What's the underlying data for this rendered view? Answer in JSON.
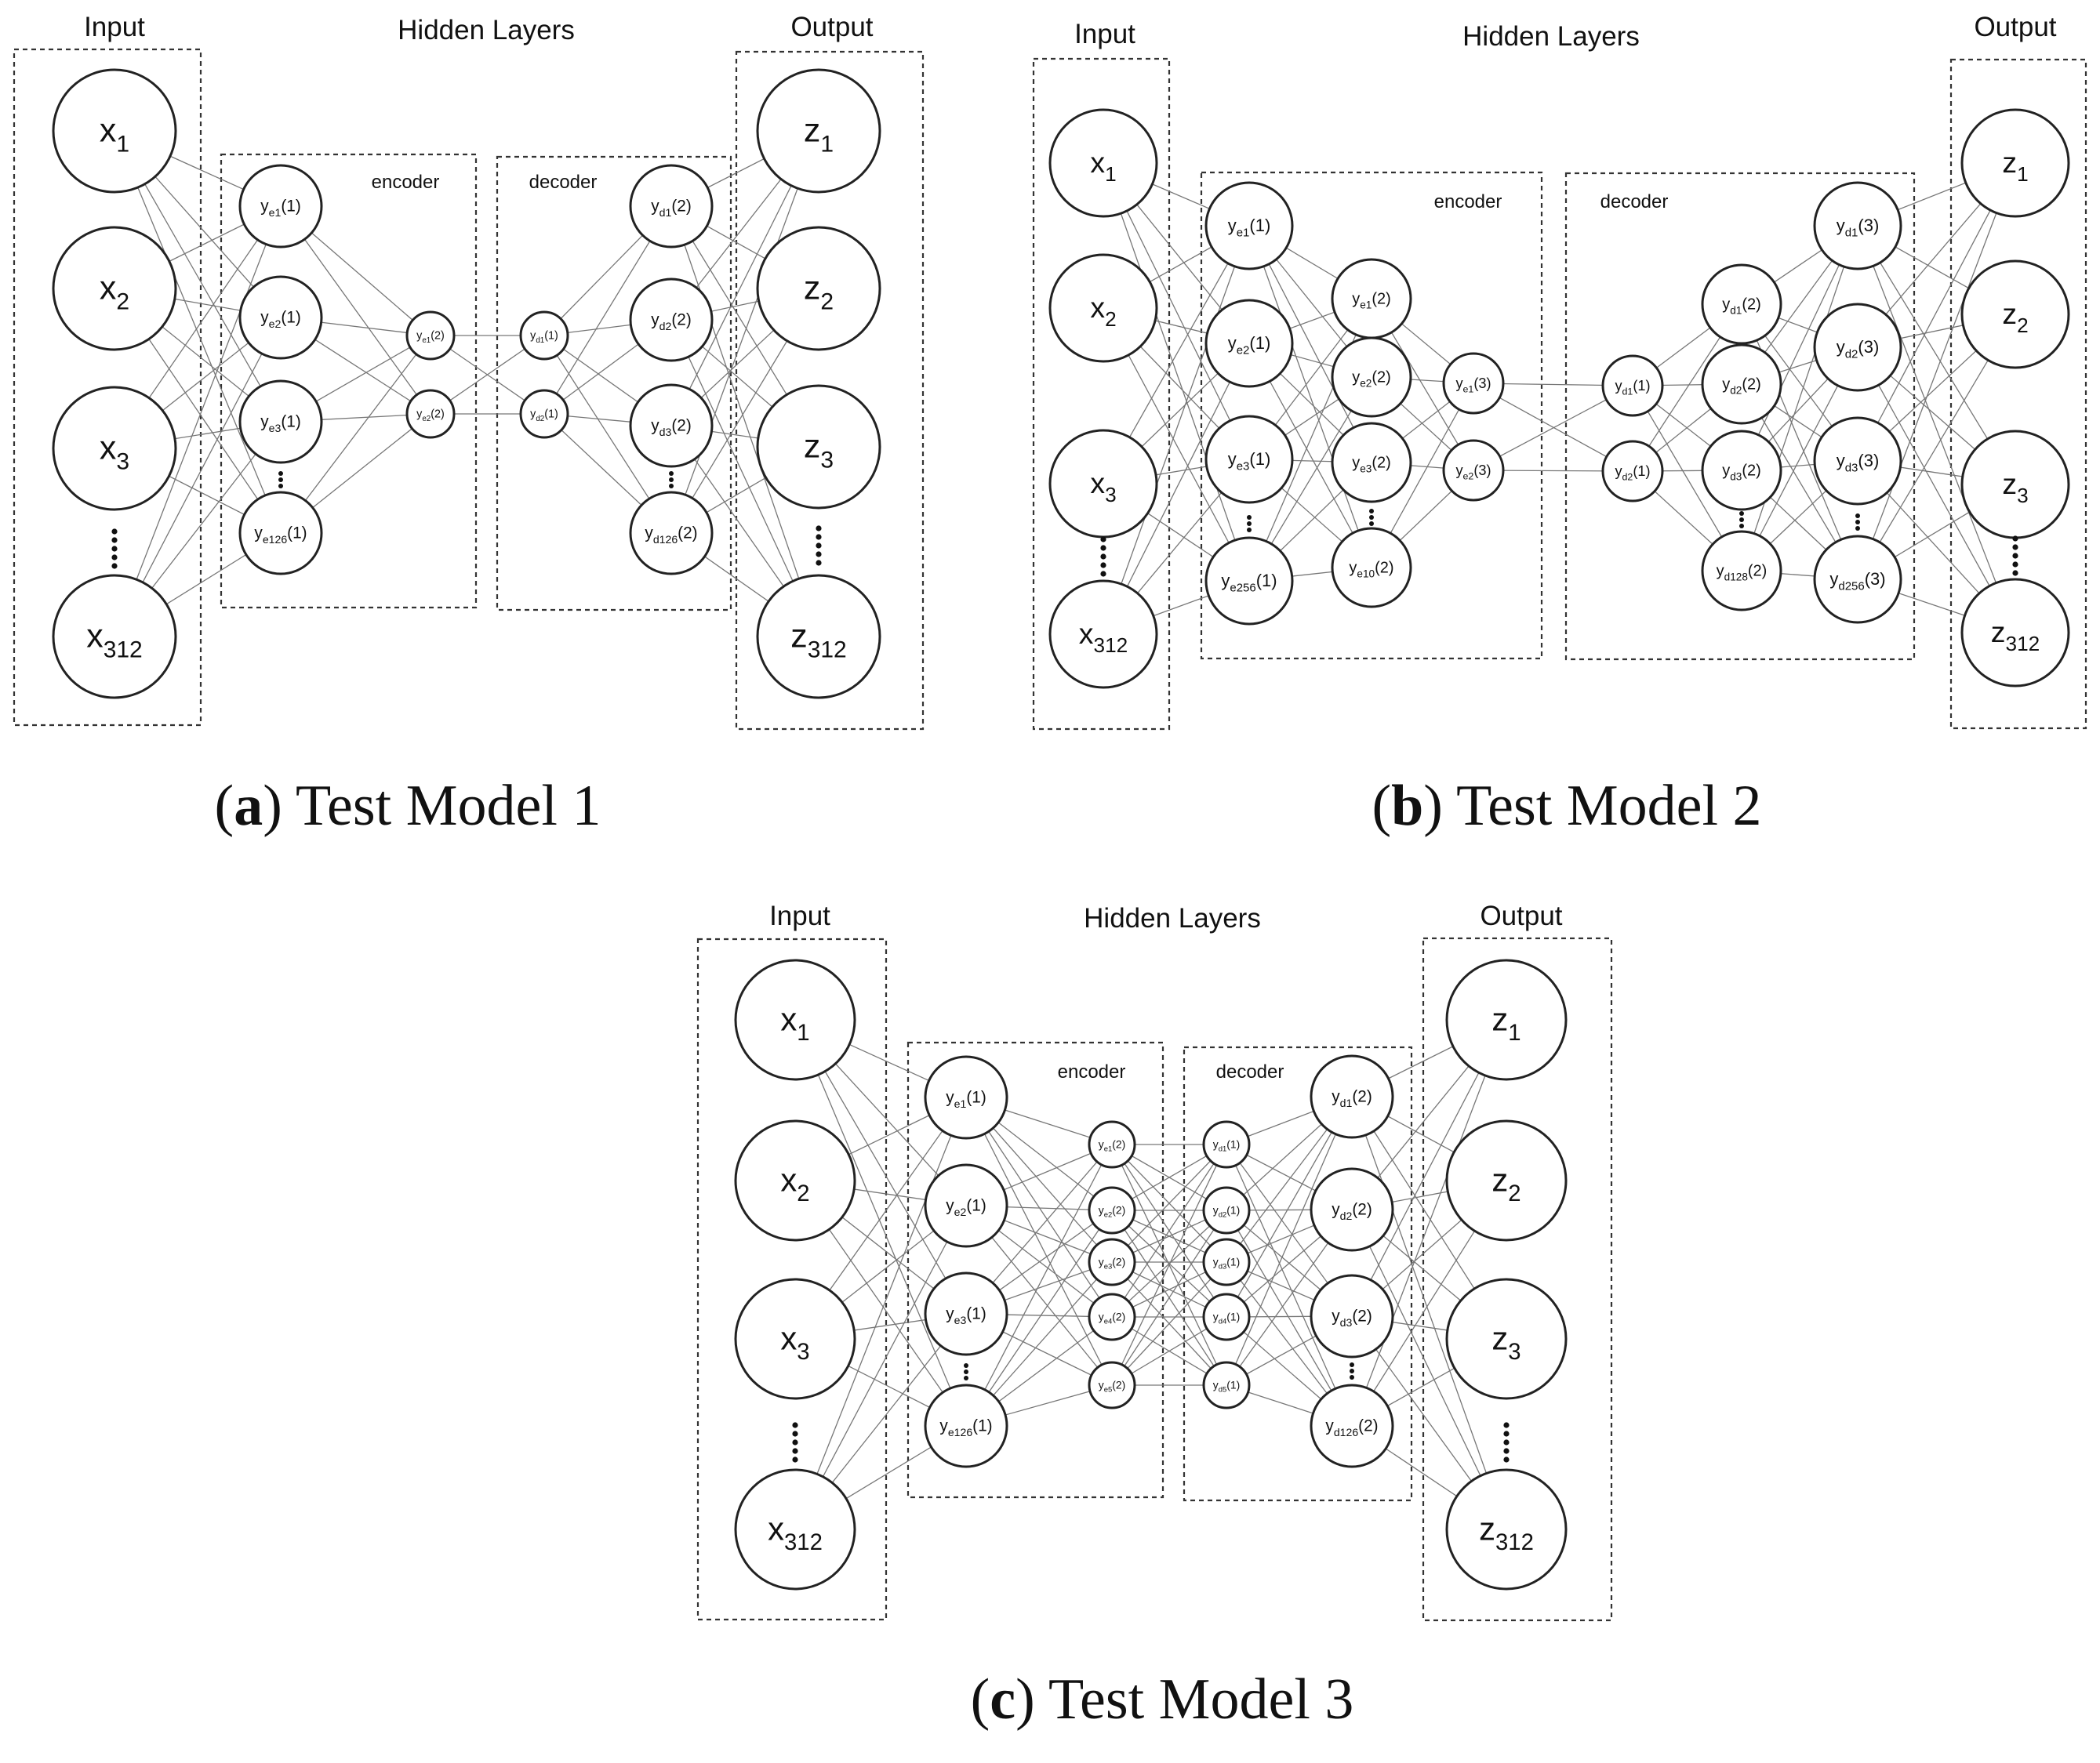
{
  "models": [
    {
      "id": "a",
      "caption_letter": "a",
      "caption_text": "Test Model 1",
      "section_titles": {
        "input": "Input",
        "hidden": "Hidden Layers",
        "output": "Output"
      },
      "group_titles": {
        "encoder": "encoder",
        "decoder": "decoder"
      },
      "layers": [
        {
          "role": "input",
          "nodes": [
            {
              "base": "x",
              "sub": "1",
              "suffix": ""
            },
            {
              "base": "x",
              "sub": "2",
              "suffix": ""
            },
            {
              "base": "x",
              "sub": "3",
              "suffix": ""
            },
            {
              "base": "x",
              "sub": "312",
              "suffix": ""
            }
          ]
        },
        {
          "role": "encoder",
          "nodes": [
            {
              "base": "y",
              "sub": "e1",
              "suffix": "(1)"
            },
            {
              "base": "y",
              "sub": "e2",
              "suffix": "(1)"
            },
            {
              "base": "y",
              "sub": "e3",
              "suffix": "(1)"
            },
            {
              "base": "y",
              "sub": "e126",
              "suffix": "(1)"
            }
          ]
        },
        {
          "role": "encoder",
          "nodes": [
            {
              "base": "y",
              "sub": "e1",
              "suffix": "(2)"
            },
            {
              "base": "y",
              "sub": "e2",
              "suffix": "(2)"
            }
          ]
        },
        {
          "role": "decoder",
          "nodes": [
            {
              "base": "y",
              "sub": "d1",
              "suffix": "(1)"
            },
            {
              "base": "y",
              "sub": "d2",
              "suffix": "(1)"
            }
          ]
        },
        {
          "role": "decoder",
          "nodes": [
            {
              "base": "y",
              "sub": "d1",
              "suffix": "(2)"
            },
            {
              "base": "y",
              "sub": "d2",
              "suffix": "(2)"
            },
            {
              "base": "y",
              "sub": "d3",
              "suffix": "(2)"
            },
            {
              "base": "y",
              "sub": "d126",
              "suffix": "(2)"
            }
          ]
        },
        {
          "role": "output",
          "nodes": [
            {
              "base": "z",
              "sub": "1",
              "suffix": ""
            },
            {
              "base": "z",
              "sub": "2",
              "suffix": ""
            },
            {
              "base": "z",
              "sub": "3",
              "suffix": ""
            },
            {
              "base": "z",
              "sub": "312",
              "suffix": ""
            }
          ]
        }
      ]
    },
    {
      "id": "b",
      "caption_letter": "b",
      "caption_text": "Test Model 2",
      "section_titles": {
        "input": "Input",
        "hidden": "Hidden Layers",
        "output": "Output"
      },
      "group_titles": {
        "encoder": "encoder",
        "decoder": "decoder"
      },
      "layers": [
        {
          "role": "input",
          "nodes": [
            {
              "base": "x",
              "sub": "1",
              "suffix": ""
            },
            {
              "base": "x",
              "sub": "2",
              "suffix": ""
            },
            {
              "base": "x",
              "sub": "3",
              "suffix": ""
            },
            {
              "base": "x",
              "sub": "312",
              "suffix": ""
            }
          ]
        },
        {
          "role": "encoder",
          "nodes": [
            {
              "base": "y",
              "sub": "e1",
              "suffix": "(1)"
            },
            {
              "base": "y",
              "sub": "e2",
              "suffix": "(1)"
            },
            {
              "base": "y",
              "sub": "e3",
              "suffix": "(1)"
            },
            {
              "base": "y",
              "sub": "e256",
              "suffix": "(1)"
            }
          ]
        },
        {
          "role": "encoder",
          "nodes": [
            {
              "base": "y",
              "sub": "e1",
              "suffix": "(2)"
            },
            {
              "base": "y",
              "sub": "e2",
              "suffix": "(2)"
            },
            {
              "base": "y",
              "sub": "e3",
              "suffix": "(2)"
            },
            {
              "base": "y",
              "sub": "e10",
              "suffix": "(2)"
            }
          ]
        },
        {
          "role": "encoder",
          "nodes": [
            {
              "base": "y",
              "sub": "e1",
              "suffix": "(3)"
            },
            {
              "base": "y",
              "sub": "e2",
              "suffix": "(3)"
            }
          ]
        },
        {
          "role": "decoder",
          "nodes": [
            {
              "base": "y",
              "sub": "d1",
              "suffix": "(1)"
            },
            {
              "base": "y",
              "sub": "d2",
              "suffix": "(1)"
            }
          ]
        },
        {
          "role": "decoder",
          "nodes": [
            {
              "base": "y",
              "sub": "d1",
              "suffix": "(2)"
            },
            {
              "base": "y",
              "sub": "d2",
              "suffix": "(2)"
            },
            {
              "base": "y",
              "sub": "d3",
              "suffix": "(2)"
            },
            {
              "base": "y",
              "sub": "d128",
              "suffix": "(2)"
            }
          ]
        },
        {
          "role": "decoder",
          "nodes": [
            {
              "base": "y",
              "sub": "d1",
              "suffix": "(3)"
            },
            {
              "base": "y",
              "sub": "d2",
              "suffix": "(3)"
            },
            {
              "base": "y",
              "sub": "d3",
              "suffix": "(3)"
            },
            {
              "base": "y",
              "sub": "d256",
              "suffix": "(3)"
            }
          ]
        },
        {
          "role": "output",
          "nodes": [
            {
              "base": "z",
              "sub": "1",
              "suffix": ""
            },
            {
              "base": "z",
              "sub": "2",
              "suffix": ""
            },
            {
              "base": "z",
              "sub": "3",
              "suffix": ""
            },
            {
              "base": "z",
              "sub": "312",
              "suffix": ""
            }
          ]
        }
      ]
    },
    {
      "id": "c",
      "caption_letter": "c",
      "caption_text": "Test Model 3",
      "section_titles": {
        "input": "Input",
        "hidden": "Hidden Layers",
        "output": "Output"
      },
      "group_titles": {
        "encoder": "encoder",
        "decoder": "decoder"
      },
      "layers": [
        {
          "role": "input",
          "nodes": [
            {
              "base": "x",
              "sub": "1",
              "suffix": ""
            },
            {
              "base": "x",
              "sub": "2",
              "suffix": ""
            },
            {
              "base": "x",
              "sub": "3",
              "suffix": ""
            },
            {
              "base": "x",
              "sub": "312",
              "suffix": ""
            }
          ]
        },
        {
          "role": "encoder",
          "nodes": [
            {
              "base": "y",
              "sub": "e1",
              "suffix": "(1)"
            },
            {
              "base": "y",
              "sub": "e2",
              "suffix": "(1)"
            },
            {
              "base": "y",
              "sub": "e3",
              "suffix": "(1)"
            },
            {
              "base": "y",
              "sub": "e126",
              "suffix": "(1)"
            }
          ]
        },
        {
          "role": "encoder",
          "nodes": [
            {
              "base": "y",
              "sub": "e1",
              "suffix": "(2)"
            },
            {
              "base": "y",
              "sub": "e2",
              "suffix": "(2)"
            },
            {
              "base": "y",
              "sub": "e3",
              "suffix": "(2)"
            },
            {
              "base": "y",
              "sub": "e4",
              "suffix": "(2)"
            },
            {
              "base": "y",
              "sub": "e5",
              "suffix": "(2)"
            }
          ]
        },
        {
          "role": "decoder",
          "nodes": [
            {
              "base": "y",
              "sub": "d1",
              "suffix": "(1)"
            },
            {
              "base": "y",
              "sub": "d2",
              "suffix": "(1)"
            },
            {
              "base": "y",
              "sub": "d3",
              "suffix": "(1)"
            },
            {
              "base": "y",
              "sub": "d4",
              "suffix": "(1)"
            },
            {
              "base": "y",
              "sub": "d5",
              "suffix": "(1)"
            }
          ]
        },
        {
          "role": "decoder",
          "nodes": [
            {
              "base": "y",
              "sub": "d1",
              "suffix": "(2)"
            },
            {
              "base": "y",
              "sub": "d2",
              "suffix": "(2)"
            },
            {
              "base": "y",
              "sub": "d3",
              "suffix": "(2)"
            },
            {
              "base": "y",
              "sub": "d126",
              "suffix": "(2)"
            }
          ]
        },
        {
          "role": "output",
          "nodes": [
            {
              "base": "z",
              "sub": "1",
              "suffix": ""
            },
            {
              "base": "z",
              "sub": "2",
              "suffix": ""
            },
            {
              "base": "z",
              "sub": "3",
              "suffix": ""
            },
            {
              "base": "z",
              "sub": "312",
              "suffix": ""
            }
          ]
        }
      ]
    }
  ]
}
